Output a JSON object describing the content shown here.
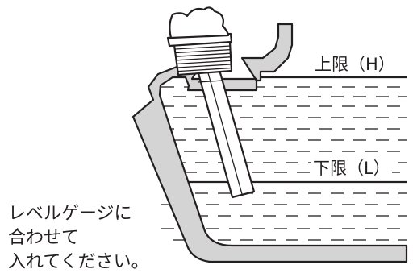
{
  "labels": {
    "upper_limit": "上限（H）",
    "lower_limit": "下限（L）"
  },
  "instruction_lines": [
    "レベルゲージに",
    "合わせて",
    "入れてください。"
  ],
  "colors": {
    "outline": "#231f20",
    "wall_fill": "#d4d4d4",
    "background": "#ffffff"
  }
}
